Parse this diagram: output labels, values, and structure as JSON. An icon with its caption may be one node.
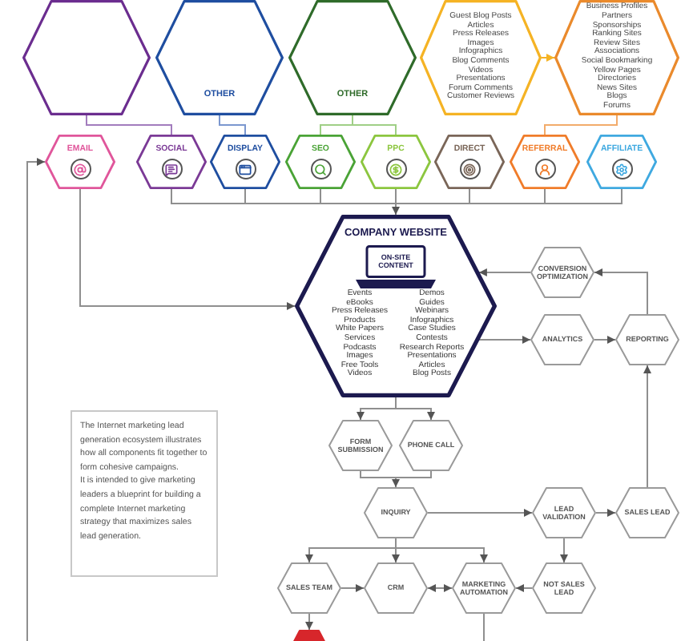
{
  "diagram": {
    "nodes": [
      {
        "text": [],
        "shape": "hexagon"
      },
      {
        "text": [
          "OTHER"
        ]
      },
      {
        "text": [
          "OTHER"
        ]
      },
      {
        "text": [
          "Guest Blog Posts",
          "Articles",
          "Press Releases",
          "Images",
          "Infographics",
          "Blog Comments",
          "Videos",
          "Presentations",
          "Forum Comments",
          "Customer Reviews"
        ]
      },
      {
        "text": [
          "Business Profiles",
          "Partners",
          "Sponsorships",
          "Ranking Sites",
          "Review Sites",
          "Associations",
          "Social Bookmarking",
          "Yellow Pages",
          "Directories",
          "News Sites",
          "Blogs",
          "Forums"
        ]
      },
      {
        "text": [
          "EMAIL"
        ]
      },
      {
        "text": [
          "SOCIAL"
        ]
      },
      {
        "text": [
          "DISPLAY"
        ]
      },
      {
        "text": [
          "SEO"
        ]
      },
      {
        "text": [
          "PPC"
        ]
      },
      {
        "text": [
          "DIRECT"
        ]
      },
      {
        "text": [
          "REFERRAL"
        ]
      },
      {
        "text": [
          "AFFILIATE"
        ]
      },
      {
        "text": [
          "COMPANY WEBSITE",
          "Events",
          "eBooks",
          "Press Releases",
          "Products",
          "White Papers",
          "Services",
          "Podcasts",
          "Images",
          "Free Tools",
          "Videos",
          "Demos",
          "Guides",
          "Webinars",
          "Infographics",
          "Case Studies",
          "Contests",
          "Research Reports",
          "Presentations",
          "Articles",
          "Blog Posts"
        ]
      },
      {
        "text": [
          "ON-SITE CONTENT"
        ],
        "in": 13
      },
      {
        "text": [
          "CONVERSION OPTIMIZATION"
        ]
      },
      {
        "text": [
          "ANALYTICS"
        ]
      },
      {
        "text": [
          "REPORTING"
        ]
      },
      {
        "text": [
          "The Internet marketing lead generation ecosystem illustrates how all components fit together to form cohesive campaigns.",
          "It is intended to give marketing leaders a blueprint for building a complete Internet marketing strategy that maximizes sales lead generation."
        ]
      },
      {
        "text": [
          "FORM SUBMISSION"
        ]
      },
      {
        "text": [
          "PHONE CALL"
        ]
      },
      {
        "text": [
          "INQUIRY"
        ]
      },
      {
        "text": [
          "LEAD VALIDATION"
        ]
      },
      {
        "text": [
          "SALES LEAD"
        ]
      },
      {
        "text": [
          "SALES TEAM"
        ]
      },
      {
        "text": [
          "CRM"
        ]
      },
      {
        "text": [
          "MARKETING AUTOMATION"
        ]
      },
      {
        "text": [
          "NOT SALES LEAD"
        ]
      },
      {
        "text": [],
        "shape": "hexagon"
      }
    ],
    "edges": [
      {
        "from": 3,
        "to": 4,
        "arrow": "to",
        "color": "#f5b324"
      },
      {
        "from": 0,
        "to": 6,
        "arrow": "none",
        "color": "#a27cbd"
      },
      {
        "from": 1,
        "to": 7,
        "arrow": "none",
        "color": "#7b97cf"
      },
      {
        "from": 2,
        "to": 8,
        "arrow": "none",
        "color": "#9fcf86"
      },
      {
        "from": 2,
        "to": 9,
        "arrow": "none",
        "color": "#9fcf86"
      },
      {
        "from": 4,
        "to": 11,
        "arrow": "none",
        "color": "#f2ab6b"
      },
      {
        "from": 5,
        "to": 13,
        "arrow": "to"
      },
      {
        "from": 6,
        "to": 13,
        "arrow": "to"
      },
      {
        "from": 7,
        "to": 13,
        "arrow": "to"
      },
      {
        "from": 8,
        "to": 13,
        "arrow": "to"
      },
      {
        "from": 9,
        "to": 13,
        "arrow": "to"
      },
      {
        "from": 10,
        "to": 13,
        "arrow": "to"
      },
      {
        "from": 11,
        "to": 13,
        "arrow": "to"
      },
      {
        "from": 12,
        "to": 13,
        "arrow": "to"
      },
      {
        "from": null,
        "to": 5,
        "arrow": "to"
      },
      {
        "from": 13,
        "to": 16,
        "arrow": "to"
      },
      {
        "from": 16,
        "to": 17,
        "arrow": "to"
      },
      {
        "from": 17,
        "to": 15,
        "arrow": "to"
      },
      {
        "from": 15,
        "to": 13,
        "arrow": "to"
      },
      {
        "from": 23,
        "to": 17,
        "arrow": "to"
      },
      {
        "from": 13,
        "to": 19,
        "arrow": "to"
      },
      {
        "from": 13,
        "to": 20,
        "arrow": "to"
      },
      {
        "from": 19,
        "to": 21,
        "arrow": "to"
      },
      {
        "from": 20,
        "to": 21,
        "arrow": "to"
      },
      {
        "from": 21,
        "to": 22,
        "arrow": "to"
      },
      {
        "from": 22,
        "to": 23,
        "arrow": "to"
      },
      {
        "from": 22,
        "to": 27,
        "arrow": "to"
      },
      {
        "from": 27,
        "to": 26,
        "arrow": "to"
      },
      {
        "from": 26,
        "to": 25,
        "arrow": "both"
      },
      {
        "from": 21,
        "to": 24,
        "arrow": "to"
      },
      {
        "from": 21,
        "to": 25,
        "arrow": "to"
      },
      {
        "from": 21,
        "to": 26,
        "arrow": "to"
      },
      {
        "from": 24,
        "to": 25,
        "arrow": "to"
      },
      {
        "from": 24,
        "to": 28,
        "arrow": "to"
      },
      {
        "from": 26,
        "to": null,
        "arrow": "none"
      }
    ]
  }
}
